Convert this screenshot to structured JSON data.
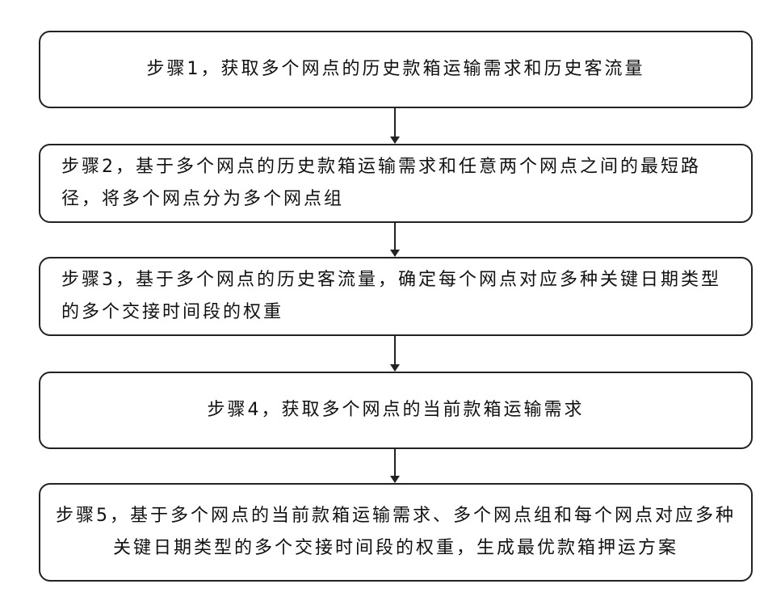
{
  "steps": [
    {
      "text": "步骤1，获取多个网点的历史款箱运输需求和历史客流量"
    },
    {
      "text": "步骤2，基于多个网点的历史款箱运输需求和任意两个网点之间的最短路径，将多个网点分为多个网点组"
    },
    {
      "text": "步骤3，基于多个网点的历史客流量，确定每个网点对应多种关键日期类型的多个交接时间段的权重"
    },
    {
      "text": "步骤4，获取多个网点的当前款箱运输需求"
    },
    {
      "text": "步骤5，基于多个网点的当前款箱运输需求、多个网点组和每个网点对应多种关键日期类型的多个交接时间段的权重，生成最优款箱押运方案"
    }
  ]
}
